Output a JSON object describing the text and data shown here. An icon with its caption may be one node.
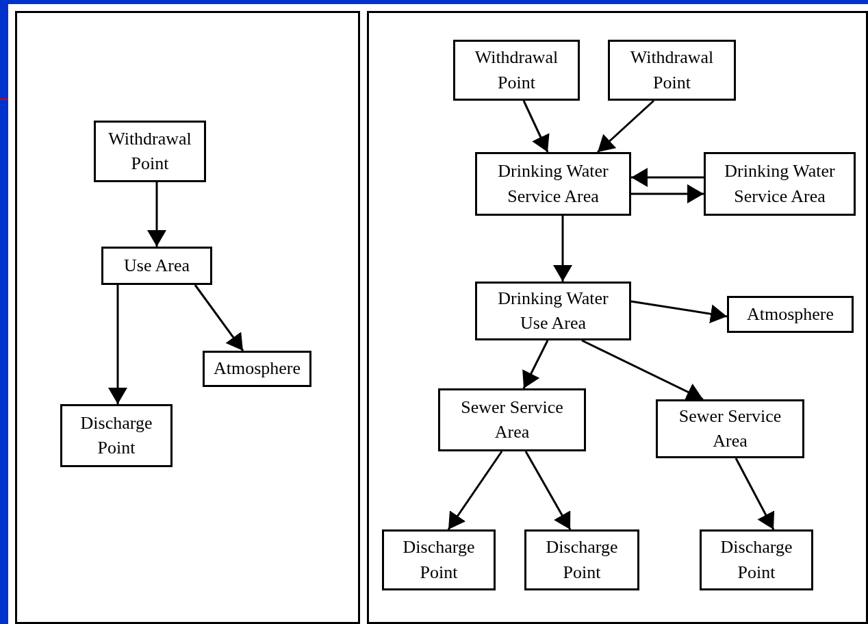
{
  "diagram": {
    "nodes": [
      {
        "text": [],
        "shape": "box"
      },
      {
        "text": [
          "Withdrawal Point"
        ],
        "in": 0
      },
      {
        "text": [
          "Use Area"
        ],
        "in": 0
      },
      {
        "text": [
          "Atmosphere"
        ],
        "in": 0
      },
      {
        "text": [
          "Discharge Point"
        ],
        "in": 0
      },
      {
        "text": [],
        "shape": "box"
      },
      {
        "text": [
          "Withdrawal Point"
        ],
        "in": 5
      },
      {
        "text": [
          "Withdrawal Point"
        ],
        "in": 5
      },
      {
        "text": [
          "Drinking Water Service Area"
        ],
        "in": 5
      },
      {
        "text": [
          "Drinking Water Service Area"
        ],
        "in": 5
      },
      {
        "text": [
          "Drinking Water Use Area"
        ],
        "in": 5
      },
      {
        "text": [
          "Atmosphere"
        ],
        "in": 5
      },
      {
        "text": [
          "Sewer Service Area"
        ],
        "in": 5
      },
      {
        "text": [
          "Sewer Service Area"
        ],
        "in": 5
      },
      {
        "text": [
          "Discharge Point"
        ],
        "in": 5
      },
      {
        "text": [
          "Discharge Point"
        ],
        "in": 5
      },
      {
        "text": [
          "Discharge Point"
        ],
        "in": 5
      }
    ],
    "edges": [
      {
        "from": 1,
        "to": 2,
        "arrow": "to"
      },
      {
        "from": 2,
        "to": 4,
        "arrow": "to"
      },
      {
        "from": 2,
        "to": 3,
        "arrow": "to"
      },
      {
        "from": 6,
        "to": 8,
        "arrow": "to"
      },
      {
        "from": 7,
        "to": 8,
        "arrow": "to"
      },
      {
        "from": 9,
        "to": 8,
        "arrow": "to"
      },
      {
        "from": 8,
        "to": 9,
        "arrow": "to"
      },
      {
        "from": 8,
        "to": 10,
        "arrow": "to"
      },
      {
        "from": 10,
        "to": 11,
        "arrow": "to"
      },
      {
        "from": 10,
        "to": 12,
        "arrow": "to"
      },
      {
        "from": 10,
        "to": 13,
        "arrow": "to"
      },
      {
        "from": 12,
        "to": 14,
        "arrow": "to"
      },
      {
        "from": 12,
        "to": 15,
        "arrow": "to"
      },
      {
        "from": 13,
        "to": 16,
        "arrow": "to"
      }
    ]
  }
}
